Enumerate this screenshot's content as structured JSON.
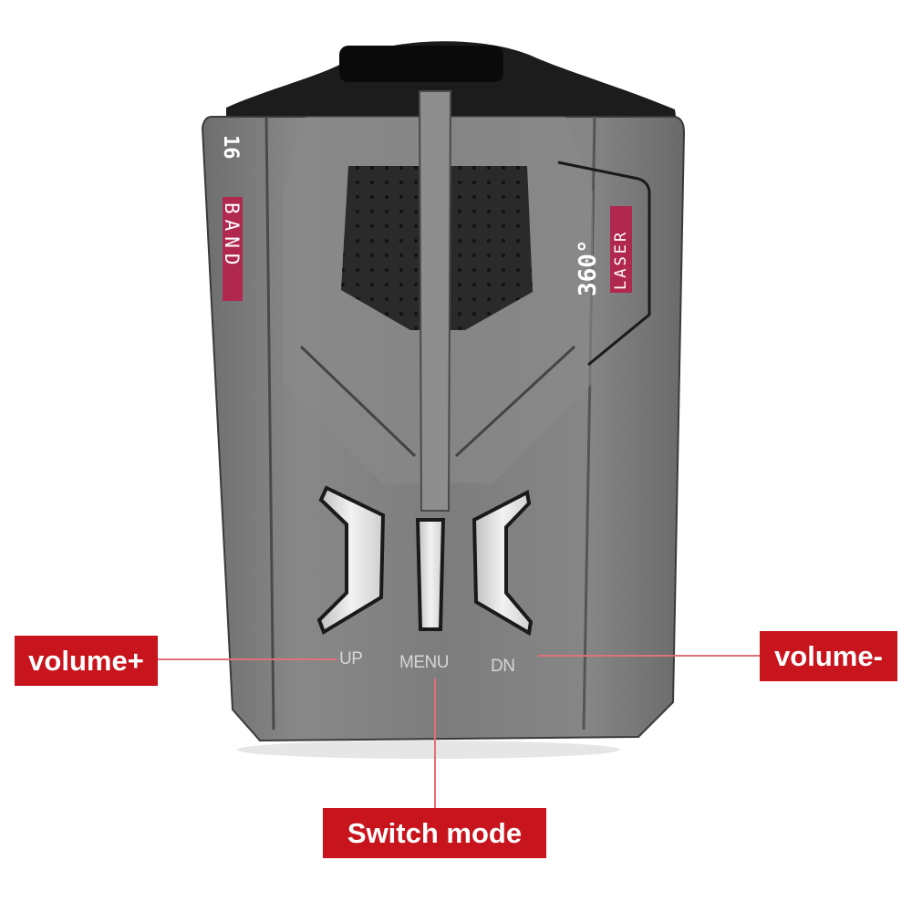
{
  "device": {
    "type": "radar detector",
    "body_color": "#7a7a7a",
    "band_number": "16",
    "band_label": "BAND",
    "laser_angle": "360°",
    "laser_label": "LASER",
    "accent_color": "#b0284e"
  },
  "buttons": [
    {
      "id": "up",
      "label": "UP"
    },
    {
      "id": "menu",
      "label": "MENU"
    },
    {
      "id": "dn",
      "label": "DN"
    }
  ],
  "callouts": {
    "up": "volume+",
    "dn": "volume-",
    "menu": "Switch mode",
    "color": "#c8141c"
  }
}
